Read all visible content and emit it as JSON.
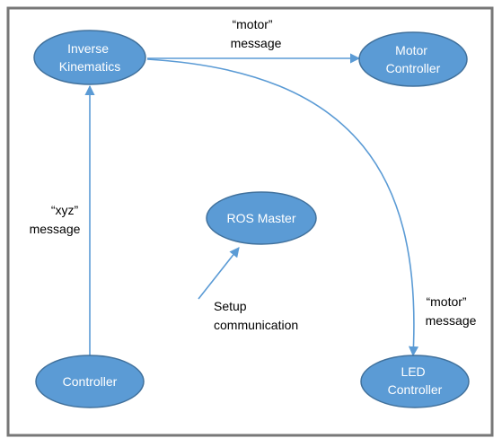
{
  "colors": {
    "node_fill": "#5b9bd5",
    "node_stroke": "#41719c",
    "node_text": "#ffffff",
    "edge": "#5b9bd5",
    "frame": "#777777"
  },
  "nodes": {
    "inverse_kinematics": {
      "line1": "Inverse",
      "line2": "Kinematics"
    },
    "motor_controller": {
      "line1": "Motor",
      "line2": "Controller"
    },
    "ros_master": {
      "label": "ROS Master"
    },
    "controller": {
      "label": "Controller"
    },
    "led_controller": {
      "line1": "LED",
      "line2": "Controller"
    }
  },
  "edges": {
    "ik_to_motor": {
      "line1": "“motor”",
      "line2": "message"
    },
    "controller_to_ik": {
      "line1": "“xyz”",
      "line2": "message"
    },
    "setup_to_ros": {
      "line1": "Setup",
      "line2": "communication"
    },
    "ik_to_led": {
      "line1": "“motor”",
      "line2": "message"
    }
  }
}
